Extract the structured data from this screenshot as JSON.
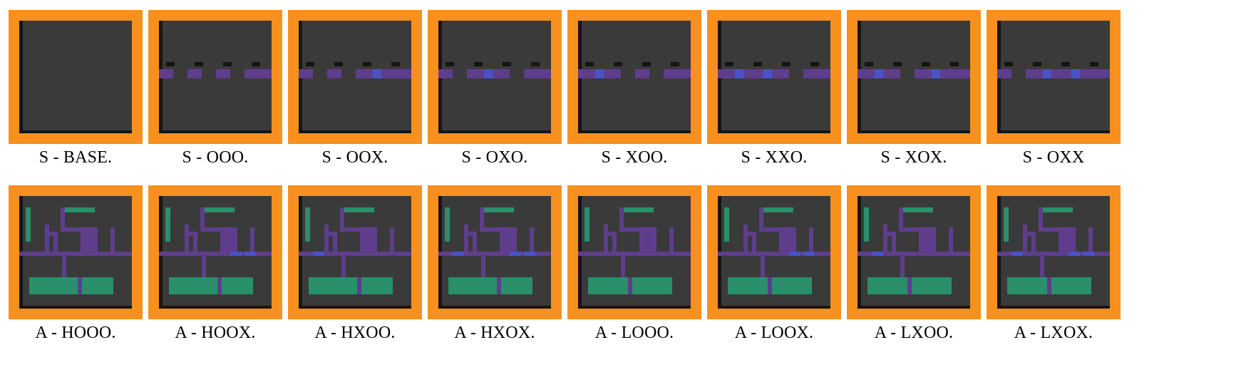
{
  "colors": {
    "frame": "#f7901e",
    "floor": "#3a3a3a",
    "shadow": "#151515",
    "wall": "#5e3e8c",
    "door_open": "#4a52c8",
    "goal_green": "#2a8f6a"
  },
  "rows": [
    {
      "tiles": [
        {
          "caption": "S - BASE.",
          "doors": ""
        },
        {
          "caption": "S - OOO.",
          "doors": "OOO"
        },
        {
          "caption": "S - OOX.",
          "doors": "OOX"
        },
        {
          "caption": "S - OXO.",
          "doors": "OXO"
        },
        {
          "caption": "S - XOO.",
          "doors": "XOO"
        },
        {
          "caption": "S - XXO.",
          "doors": "XXO"
        },
        {
          "caption": "S - XOX.",
          "doors": "XOX"
        },
        {
          "caption": "S - OXX",
          "doors": "OXX"
        }
      ]
    },
    {
      "tiles": [
        {
          "caption": "A - HOOO.",
          "config": "HOOO"
        },
        {
          "caption": "A - HOOX.",
          "config": "HOOX"
        },
        {
          "caption": "A - HXOO.",
          "config": "HXOO"
        },
        {
          "caption": "A - HXOX.",
          "config": "HXOX"
        },
        {
          "caption": "A - LOOO.",
          "config": "LOOO"
        },
        {
          "caption": "A - LOOX.",
          "config": "LOOX"
        },
        {
          "caption": "A - LXOO.",
          "config": "LXOO"
        },
        {
          "caption": "A - LXOX.",
          "config": "LXOX"
        }
      ]
    }
  ]
}
